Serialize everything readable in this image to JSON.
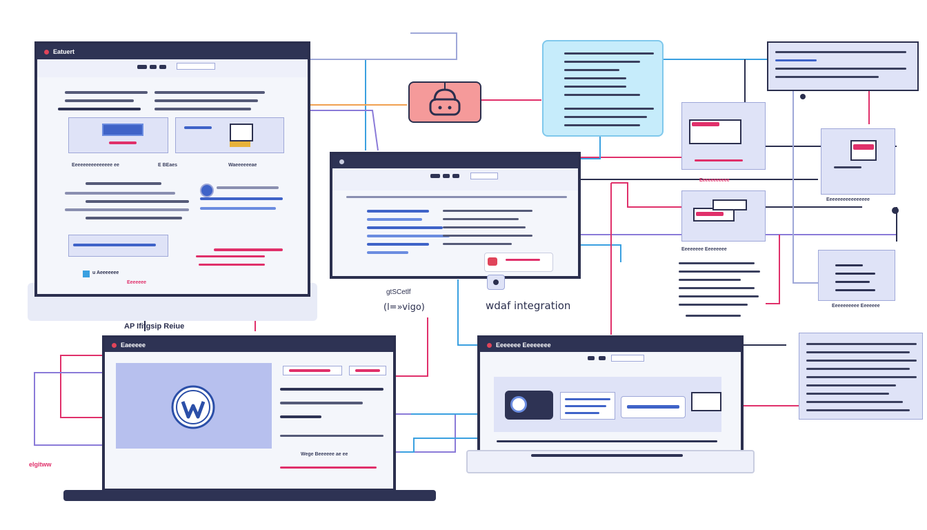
{
  "colors": {
    "frame": "#2b2f4e",
    "screen": "#f4f6fb",
    "connector_pink": "#e0306a",
    "connector_blue": "#3aa0e0",
    "connector_purple": "#8a7ad8",
    "panel_cyan": "#c6ecfb",
    "panel_lavender": "#dfe3f7",
    "icon_box_red": "#f59a9a"
  },
  "top_left_window": {
    "title": "Eatuert"
  },
  "top_left_window_captions": {
    "row_label_1": "E BEaes",
    "row_label_2": "Waeeeeeeae",
    "bottom_label": "u Aeeeeeee",
    "bottom_sub": "Eeeeeee"
  },
  "labels": {
    "api_label": "AP Ifitgsip Reiue",
    "center_code_1": "gtSCetlf",
    "center_code_2": "(l=»vigo)",
    "integration": "wdaf integration",
    "left_small": "elgitww"
  },
  "bottom_left_window": {
    "title": "Eaeeeee"
  },
  "bottom_left_caption": "Wege Beeeeee ae ee",
  "bottom_right_window": {
    "title": "Eeeeeee Eeeeeeee"
  },
  "icons": {
    "lock": "padlock-icon",
    "wordpress": "wordpress-logo",
    "camera": "camera-icon"
  },
  "side_panel_captions": {
    "panel1": "Eeeeeeeeeee",
    "panel2": "Eeeeeeeeeeeeeeee",
    "panel3": "Eeeeeeee Eeeeeeee",
    "panel4": "Eeeeeeeeee Eeeeeee"
  }
}
